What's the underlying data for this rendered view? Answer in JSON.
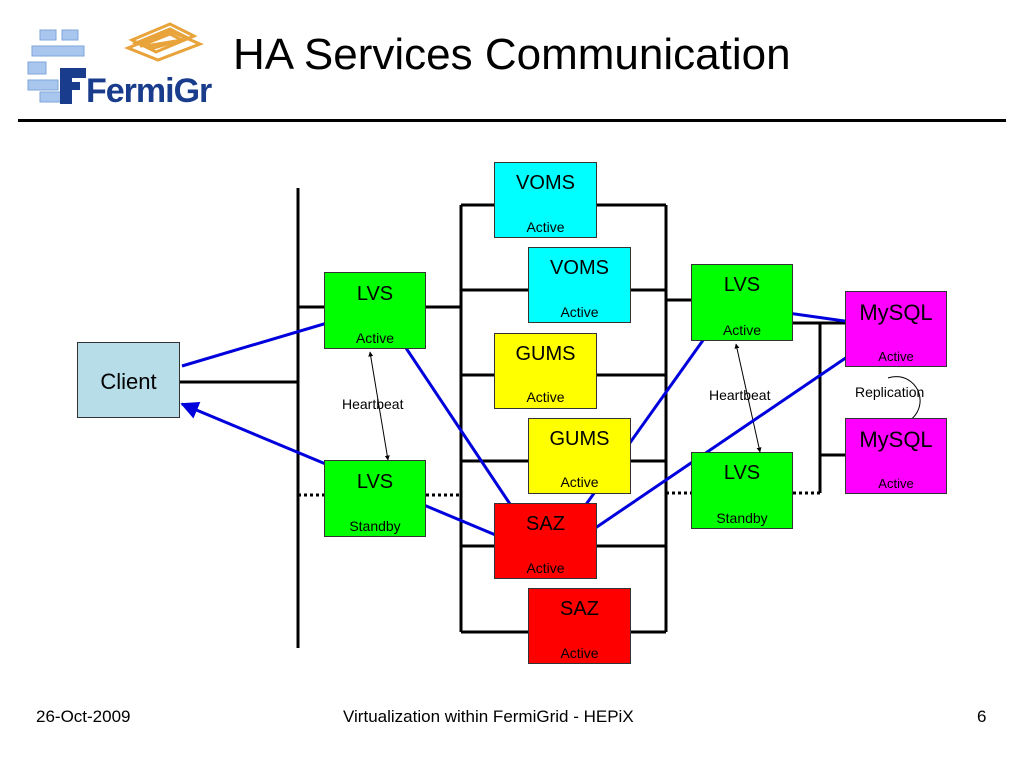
{
  "slide": {
    "title": "HA Services Communication",
    "logo_text": "FermiGrid"
  },
  "colors": {
    "voms": "#00ffff",
    "gums": "#ffff00",
    "saz": "#ff0000",
    "lvs": "#00ff00",
    "mysql": "#ff00ff",
    "client": "#b7dde8",
    "arrow": "#0000dd"
  },
  "nodes": {
    "client": {
      "label": "Client"
    },
    "lvs_left_active": {
      "label": "LVS",
      "status": "Active"
    },
    "lvs_left_standby": {
      "label": "LVS",
      "status": "Standby"
    },
    "voms_1": {
      "label": "VOMS",
      "status": "Active"
    },
    "voms_2": {
      "label": "VOMS",
      "status": "Active"
    },
    "gums_1": {
      "label": "GUMS",
      "status": "Active"
    },
    "gums_2": {
      "label": "GUMS",
      "status": "Active"
    },
    "saz_1": {
      "label": "SAZ",
      "status": "Active"
    },
    "saz_2": {
      "label": "SAZ",
      "status": "Active"
    },
    "lvs_right_active": {
      "label": "LVS",
      "status": "Active"
    },
    "lvs_right_standby": {
      "label": "LVS",
      "status": "Standby"
    },
    "mysql_1": {
      "label": "MySQL",
      "status": "Active"
    },
    "mysql_2": {
      "label": "MySQL",
      "status": "Active"
    }
  },
  "labels": {
    "heartbeat_left": "Heartbeat",
    "heartbeat_right": "Heartbeat",
    "replication": "Replication"
  },
  "footer": {
    "date": "26-Oct-2009",
    "center": "Virtualization within FermiGrid - HEPiX",
    "page": "6"
  }
}
